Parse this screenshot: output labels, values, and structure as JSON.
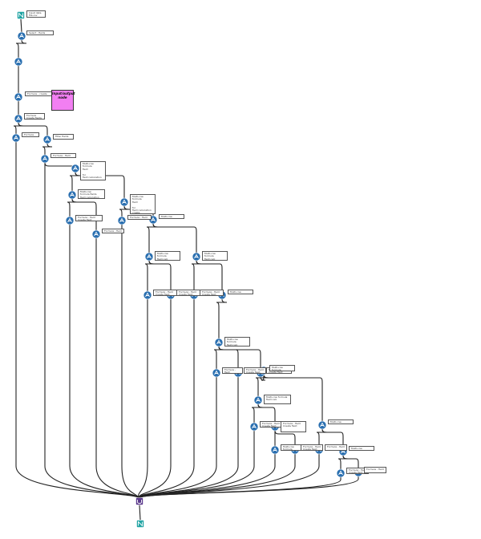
{
  "colors": {
    "tool_node": "#2a6fb0",
    "input_node": "#1fa3a3",
    "output_node": "#1fa3a3",
    "union_node": "#5b3a8c",
    "comment_box": "#f27ff2",
    "connector": "#222222"
  },
  "comment": {
    "text": "Input/output\nnode",
    "icon": "comment-box"
  },
  "nodes": [
    {
      "id": "n1",
      "icon": "input-data-icon",
      "label": "Input data\nfile.csv"
    },
    {
      "id": "n2",
      "icon": "select-icon",
      "label": "Select - fields"
    },
    {
      "id": "n3",
      "icon": "filter-icon",
      "label": ""
    },
    {
      "id": "n4",
      "icon": "formula-icon",
      "label": "Formula - create field"
    },
    {
      "id": "n5",
      "icon": "formula-icon",
      "label": "Formula\nCreate fields"
    },
    {
      "id": "n6",
      "icon": "formula-icon",
      "label": "Formula - field"
    },
    {
      "id": "n7",
      "icon": "select-icon",
      "label": "Filter fields"
    },
    {
      "id": "n8",
      "icon": "formula-icon",
      "label": "Formula - field"
    },
    {
      "id": "n9",
      "icon": "select-icon",
      "label": "Multi-row formula\nfield\n\nfor\nfield calculation"
    },
    {
      "id": "n10",
      "icon": "select-icon",
      "label": "Multi-row\nformula fields\nfield calculation"
    },
    {
      "id": "n11",
      "icon": "formula-icon",
      "label": "Formula - field\nCreate field"
    },
    {
      "id": "n12",
      "icon": "formula-icon",
      "label": "Formula - field"
    },
    {
      "id": "n13",
      "icon": "select-icon",
      "label": "Multi-row formula\nfield\n\nfor\nfield calculation\ncreate"
    },
    {
      "id": "n14",
      "icon": "formula-icon",
      "label": "Formula - field"
    },
    {
      "id": "n15",
      "icon": "select-icon",
      "label": "Multi-row formula"
    },
    {
      "id": "n16",
      "icon": "select-icon",
      "label": "Multi-row formula\nfield calc"
    },
    {
      "id": "n17",
      "icon": "select-icon",
      "label": "Multi-row formula\nfield calc"
    },
    {
      "id": "n18",
      "icon": "formula-icon",
      "label": "Formula - field\nCreate field"
    },
    {
      "id": "n19",
      "icon": "formula-icon",
      "label": "Formula - field\nCreate field"
    },
    {
      "id": "n20",
      "icon": "formula-icon",
      "label": "Formula - field\nCreate field"
    },
    {
      "id": "n21",
      "icon": "select-icon",
      "label": "Multi-row formula"
    },
    {
      "id": "n22",
      "icon": "select-icon",
      "label": "Multi-row formula\nfield calc"
    },
    {
      "id": "n23",
      "icon": "formula-icon",
      "label": "Formula - field\nCreate field"
    },
    {
      "id": "n24",
      "icon": "formula-icon",
      "label": "Formula - field\nCreate field"
    },
    {
      "id": "n25",
      "icon": "formula-icon",
      "label": "Formula - field\nCreate field"
    },
    {
      "id": "n26",
      "icon": "select-icon",
      "label": "Multi-row formula"
    },
    {
      "id": "n27",
      "icon": "select-icon",
      "label": "Multi-row formula\nfield calc"
    },
    {
      "id": "n28",
      "icon": "formula-icon",
      "label": "Formula - field\nCreate field"
    },
    {
      "id": "n29",
      "icon": "formula-icon",
      "label": "Formula - field\nCreate field"
    },
    {
      "id": "n30",
      "icon": "select-icon",
      "label": "Multi-row formula"
    },
    {
      "id": "n31",
      "icon": "select-icon",
      "label": "Multi-row formula\nfield calc"
    },
    {
      "id": "n32",
      "icon": "formula-icon",
      "label": "Formula - field\nCreate field"
    },
    {
      "id": "n33",
      "icon": "formula-icon",
      "label": "Formula - field"
    },
    {
      "id": "n34",
      "icon": "select-icon",
      "label": "Multi-row formula"
    },
    {
      "id": "n35",
      "icon": "formula-icon",
      "label": "Formula - field\nCreate field"
    },
    {
      "id": "n36",
      "icon": "formula-icon",
      "label": "Formula - field\nCreate field"
    },
    {
      "id": "n37",
      "icon": "formula-icon",
      "label": "Formula - field"
    },
    {
      "id": "n38",
      "icon": "union-icon",
      "label": ""
    },
    {
      "id": "n39",
      "icon": "output-data-icon",
      "label": ""
    }
  ]
}
